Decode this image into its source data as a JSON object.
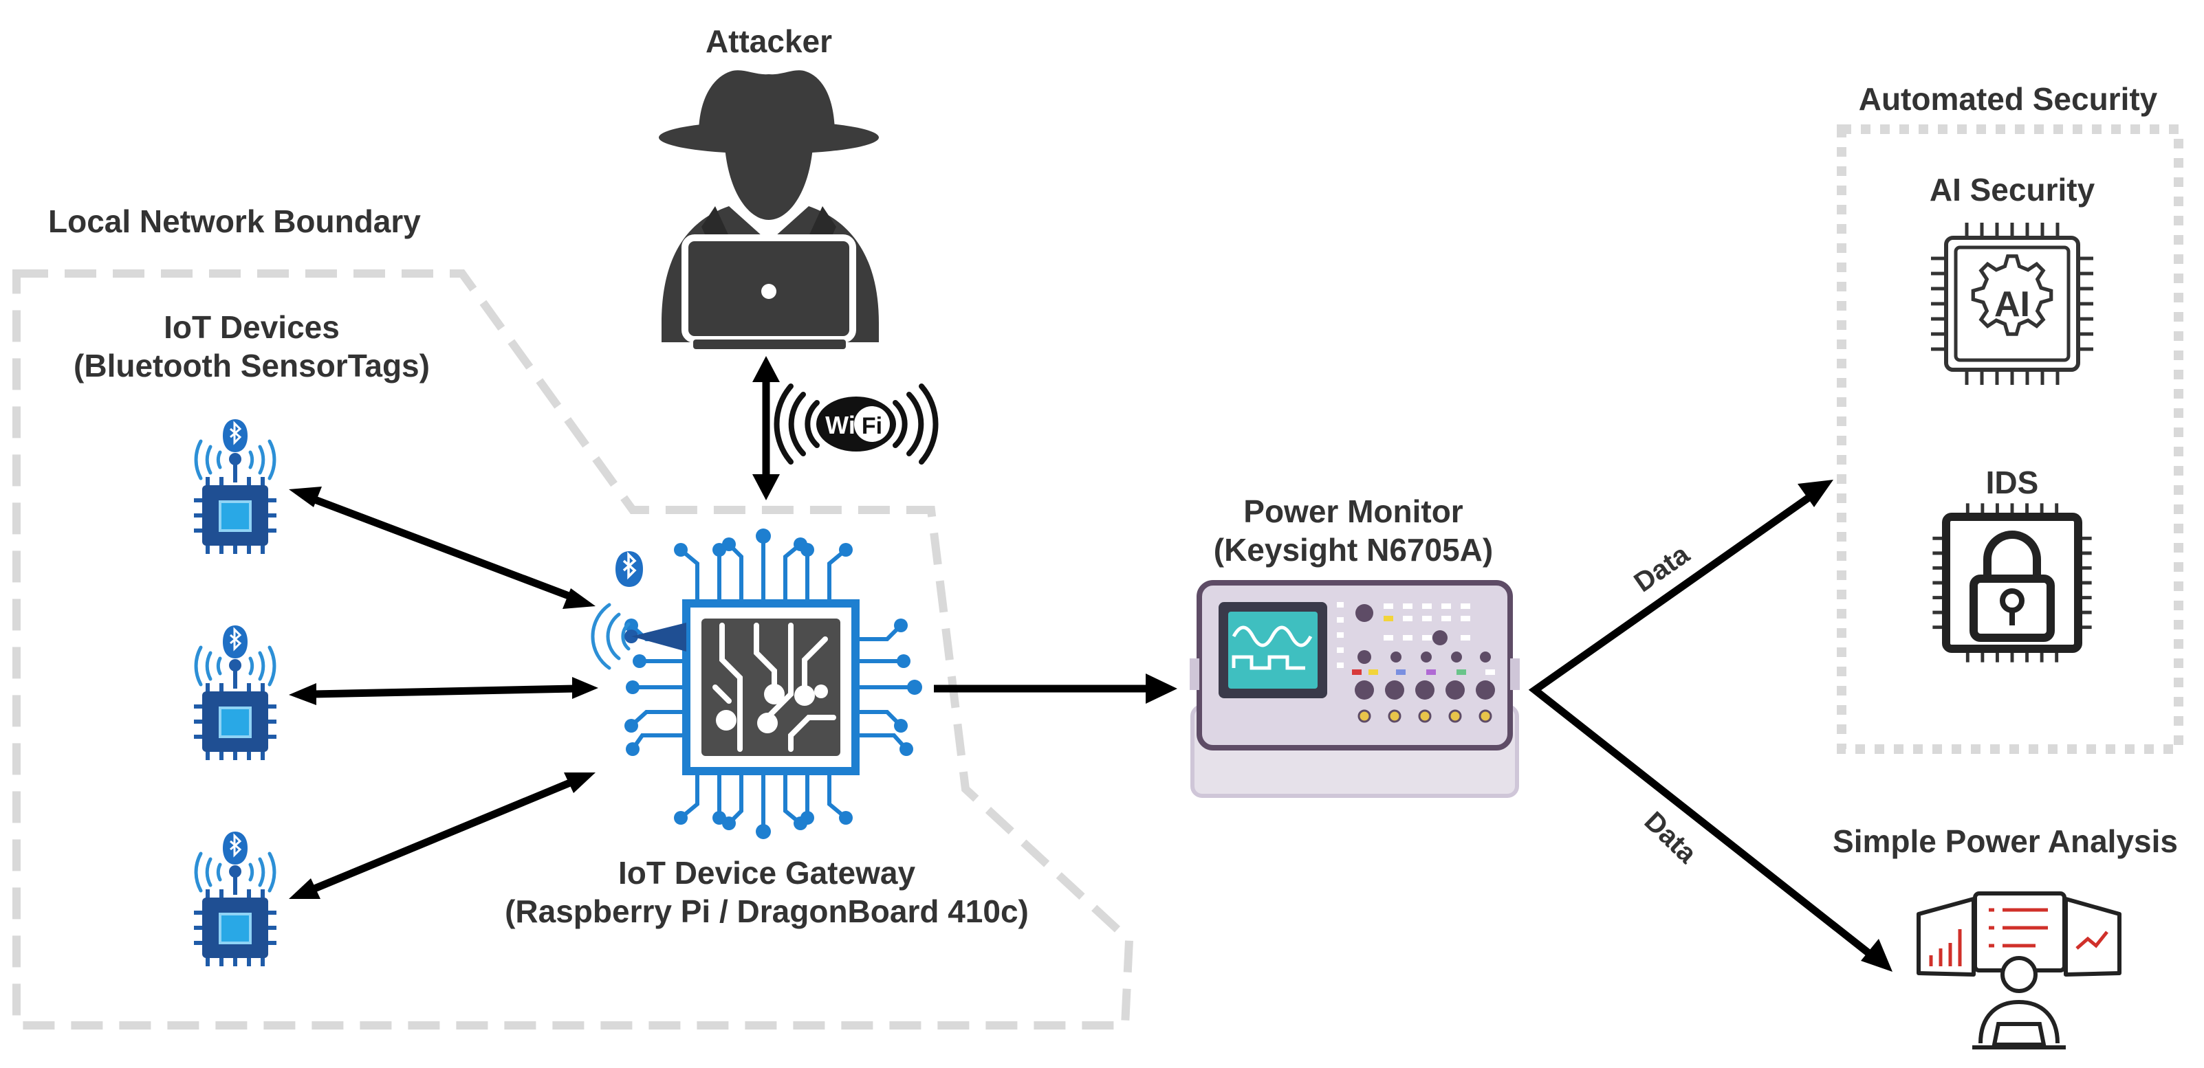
{
  "labels": {
    "attacker": "Attacker",
    "local_network": "Local Network Boundary",
    "iot_devices_line1": "IoT Devices",
    "iot_devices_line2": "(Bluetooth SensorTags)",
    "gateway_line1": "IoT Device Gateway",
    "gateway_line2": "(Raspberry Pi / DragonBoard 410c)",
    "power_monitor_line1": "Power Monitor",
    "power_monitor_line2": "(Keysight N6705A)",
    "automated_security": "Automated Security",
    "ai_security": "AI Security",
    "ai_chip_text": "AI",
    "ids": "IDS",
    "simple_power_analysis": "Simple Power Analysis",
    "data_upper": "Data",
    "data_lower": "Data",
    "wifi_left": "Wi",
    "wifi_right": "Fi"
  },
  "icons": {
    "attacker": "hacker-laptop-icon",
    "iot_device": "bluetooth-chip-icon",
    "gateway": "circuit-board-chip-icon",
    "power_monitor": "oscilloscope-icon",
    "ai_security": "ai-gear-chip-icon",
    "ids": "padlock-chip-icon",
    "spa": "analyst-monitors-icon",
    "wifi": "wifi-icon",
    "bluetooth": "bluetooth-icon"
  },
  "colors": {
    "text": "#333333",
    "iot_blue": "#1f5ba8",
    "gateway_blue": "#1e7fd0",
    "gateway_dark": "#4d4d4d",
    "boundary_dash": "#d9d9d9",
    "arrows": "#000000",
    "scope_body": "#ddd6e4",
    "scope_screen": "#3fbfc0",
    "spa_red": "#d0302a"
  }
}
